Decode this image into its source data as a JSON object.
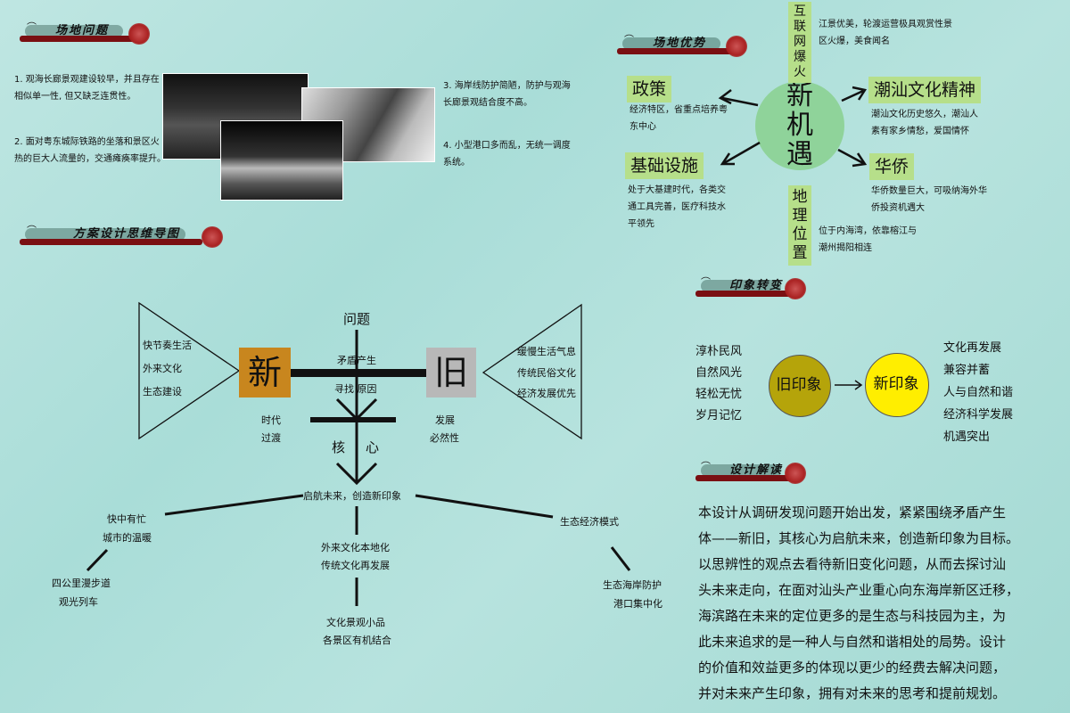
{
  "sections": {
    "site_problems": "场地问题",
    "site_advantages": "场地优势",
    "mindmap": "方案设计思维导图",
    "impression": "印象转变",
    "design": "设计解读"
  },
  "problems": [
    "1. 观海长廊景观建设较早，并且存在相似单一性, 但又缺乏连贯性。",
    "2. 面对粤东城际铁路的坐落和景区火热的巨大人流量的，交通瘫痪率提升。",
    "3. 海岸线防护简陋，防护与观海长廊景观结合度不高。",
    "4. 小型港口多而乱，无统一调度系统。"
  ],
  "advantages": {
    "center": "新机遇",
    "top_label": "互联网爆火",
    "top_text": "江景优美，轮渡运营极具观赏性景区火爆，美食闻名",
    "policy": "政策",
    "policy_text": "经济特区，省重点培养粤东中心",
    "infra": "基础设施",
    "infra_text": "处于大基建时代，各类交通工具完善，医疗科技水平领先",
    "culture": "潮汕文化精神",
    "culture_text": "潮汕文化历史悠久，潮汕人素有家乡情愁，爱国情怀",
    "overseas": "华侨",
    "overseas_text": "华侨数量巨大，可吸纳海外华侨投资机遇大",
    "geo": "地理位置",
    "geo_text": "位于内海湾，依靠榕江与潮州揭阳相连"
  },
  "mindmap": {
    "new": "新",
    "old": "旧",
    "problem": "问题",
    "conflict": "矛盾产生",
    "find": "寻找  原因",
    "left_items": [
      "快节奏生活",
      "外来文化",
      "生态建设"
    ],
    "right_items": [
      "缓慢生活气息",
      "传统民俗文化",
      "经济发展优先"
    ],
    "era": "时代",
    "transition": "过渡",
    "develop": "发展",
    "inevitable": "必然性",
    "core1": "核",
    "core2": "心",
    "goal": "启航未来，创造新印象",
    "branch_left1": "快中有忙",
    "branch_left2": "城市的温暖",
    "far_left1": "四公里漫步道",
    "far_left2": "观光列车",
    "branch_mid1": "外来文化本地化",
    "branch_mid2": "传统文化再发展",
    "bottom1": "文化景观小品",
    "bottom2": "各景区有机结合",
    "branch_right": "生态经济模式",
    "far_right1": "生态海岸防护",
    "far_right2": "港口集中化"
  },
  "impression": {
    "old_items": [
      "淳朴民风",
      "自然风光",
      "轻松无忧",
      "岁月记忆"
    ],
    "old": "旧印象",
    "new": "新印象",
    "new_items": [
      "文化再发展",
      "兼容并蓄",
      "人与自然和谐",
      "经济科学发展",
      "机遇突出"
    ],
    "old_color": "#b5a40a",
    "new_color": "#ffee00"
  },
  "design_text": [
    "本设计从调研发现问题开始出发，紧紧围绕矛盾产生",
    "体——新旧，其核心为启航未来，创造新印象为目标。",
    "以思辨性的观点去看待新旧变化问题，从而去探讨汕",
    "头未来走向，在面对汕头产业重心向东海岸新区迁移，",
    "海滨路在未来的定位更多的是生态与科技园为主，为",
    "此未来追求的是一种人与自然和谐相处的局势。设计",
    "的价值和效益更多的体现以更少的经费去解决问题，",
    "并对未来产生印象，拥有对未来的思考和提前规划。"
  ],
  "colors": {
    "accent_red": "#7a0f12",
    "green_label": "#b6df8a",
    "center_circle": "#8fd39a",
    "new_box": "#c8861e",
    "old_box": "#b8b8b8"
  }
}
